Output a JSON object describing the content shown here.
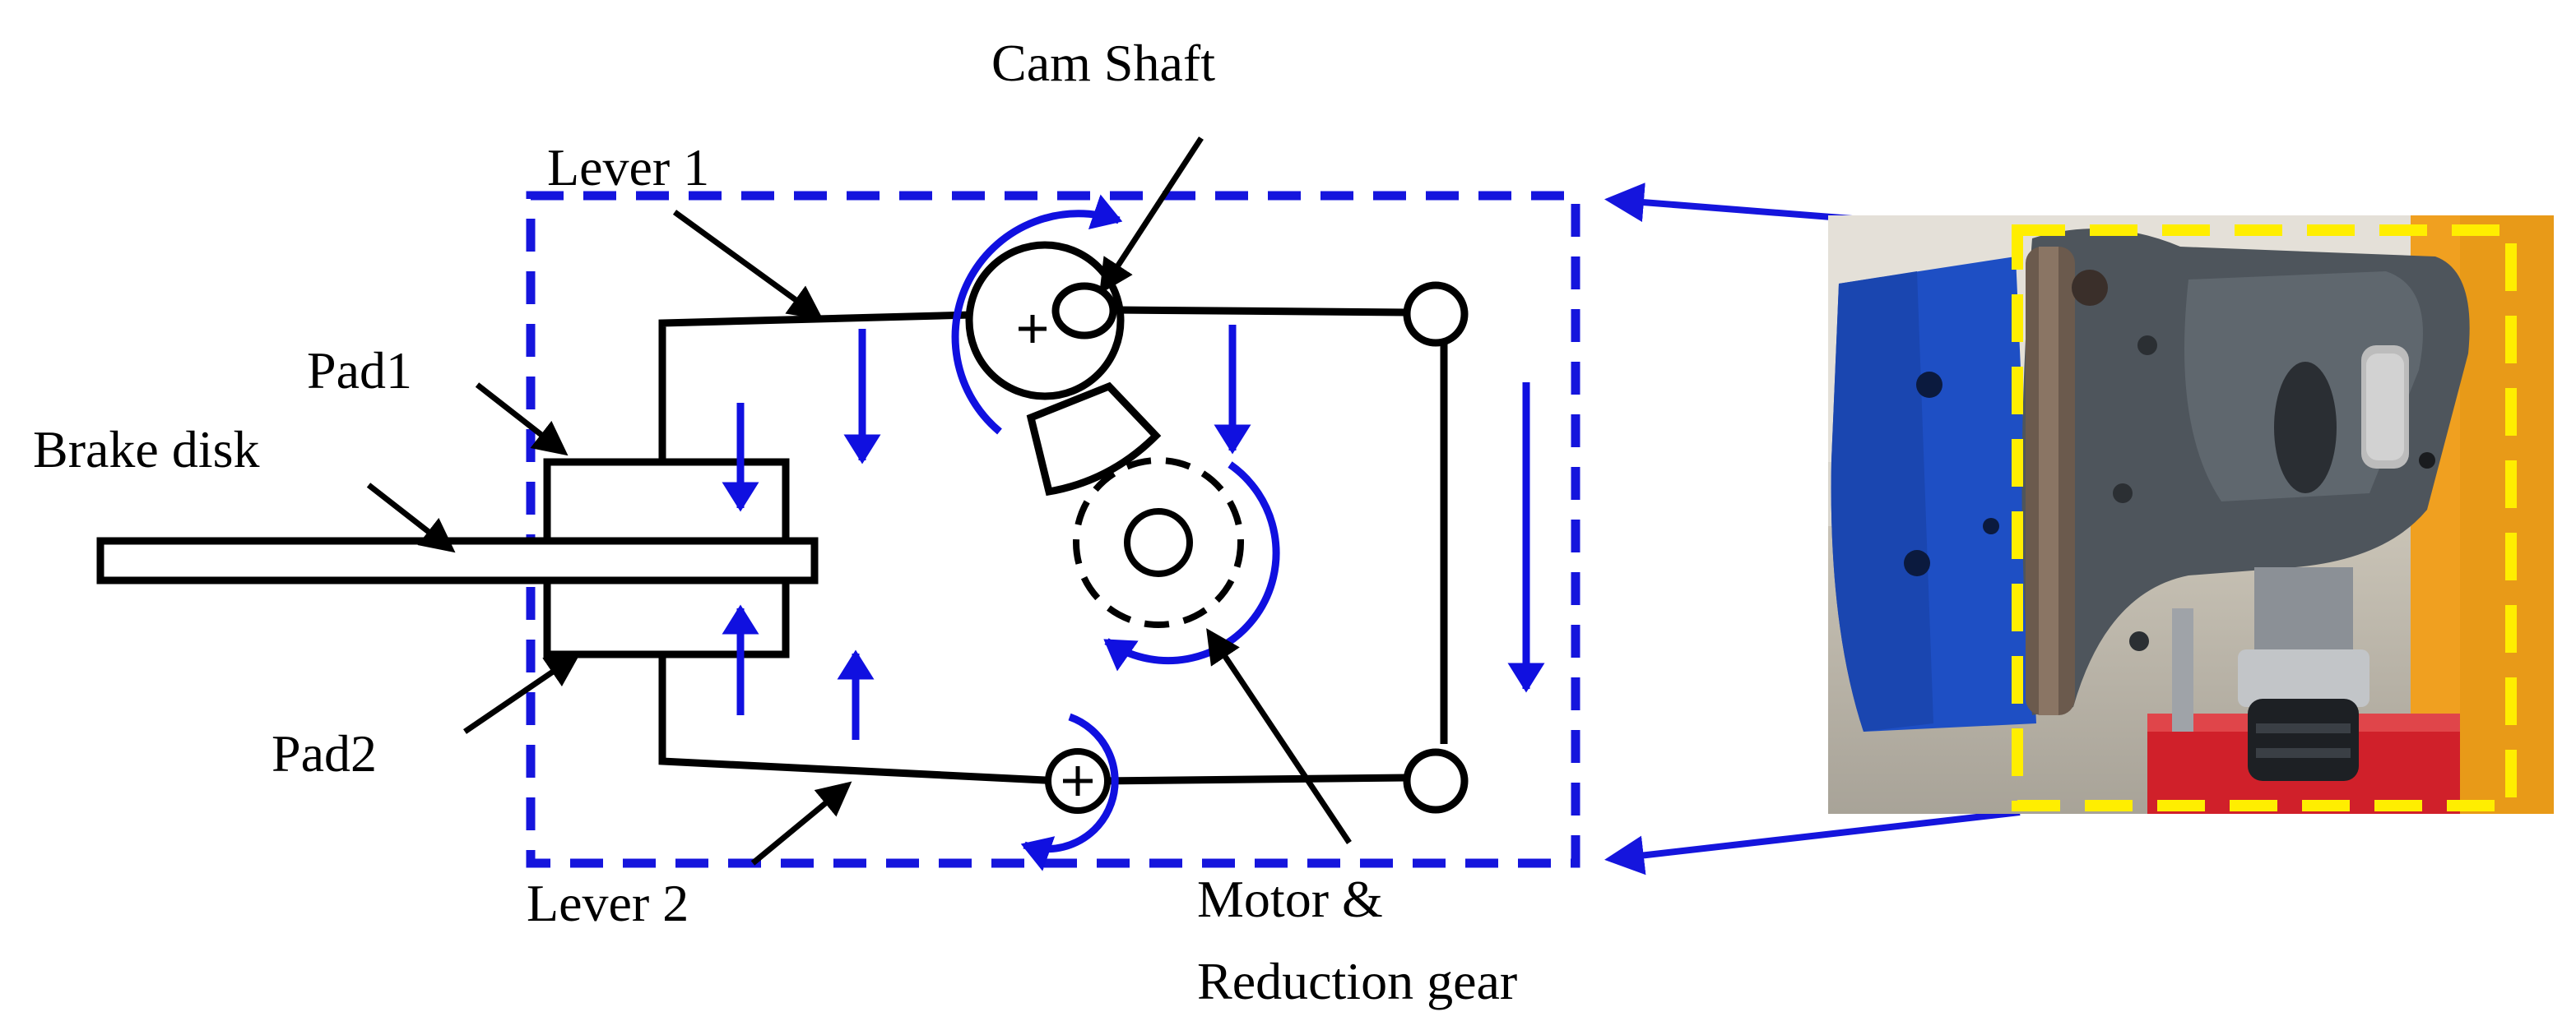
{
  "labels": {
    "cam_shaft": "Cam Shaft",
    "lever1": "Lever 1",
    "pad1": "Pad1",
    "brake_disk": "Brake disk",
    "pad2": "Pad2",
    "lever2": "Lever 2",
    "motor_line1": "Motor &",
    "motor_line2": "Reduction gear"
  },
  "colors": {
    "line": "#000000",
    "motion_arrow": "#1010e0",
    "dashed_frame": "#1515dd",
    "highlight_frame": "#ffee00",
    "photo_blue": "#1e4fc4",
    "photo_red": "#d0202a",
    "photo_orange": "#f0a020",
    "caliper_gray": "#4e555c"
  },
  "icons": {
    "photo": "brake-caliper-photo"
  }
}
